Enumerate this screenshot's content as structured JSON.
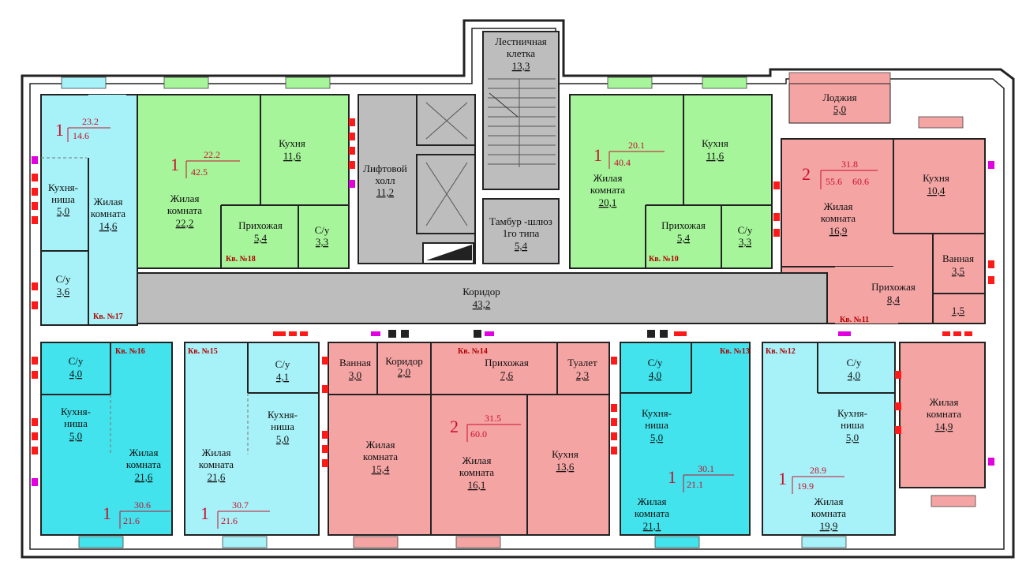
{
  "colors": {
    "green": "#a6f59a",
    "light_cyan": "#a7f2f8",
    "cyan": "#42e3ec",
    "pink": "#f5a4a4",
    "gray": "#bdbdbd",
    "red_text": "#c8102e",
    "blue_text": "#1d2fc8"
  },
  "rooms": {
    "stair": {
      "name_1": "Лестничная",
      "name_2": "клетка",
      "area": "13,3"
    },
    "lift_hall": {
      "name_1": "Лифтовой",
      "name_2": "холл",
      "area": "11,2"
    },
    "tambur": {
      "name_1": "Тамбур -шлюз",
      "name_2": "1го типа",
      "area": "5,4"
    },
    "corridor": {
      "name": "Коридор",
      "area": "43,2"
    },
    "loggia": {
      "name": "Лоджия",
      "area": "5,0"
    },
    "apt18": {
      "tag": "Кв. №18",
      "kitchen": "Кухня",
      "kitchen_area": "11,6",
      "living_1": "Жилая",
      "living_2": "комната",
      "living_area": "22,2",
      "hall": "Прихожая",
      "hall_area": "5,4",
      "wc": "С/у",
      "wc_area": "3,3",
      "rooms": "1",
      "top": "22.2",
      "bottom": "42.5"
    },
    "apt17": {
      "tag": "Кв. №17",
      "niche_1": "Кухня-",
      "niche_2": "ниша",
      "niche_area": "5,0",
      "living_1": "Жилая",
      "living_2": "комната",
      "living_area": "14,6",
      "wc": "С/у",
      "wc_area": "3,6",
      "rooms": "1",
      "top": "23.2",
      "bottom": "14.6"
    },
    "apt10": {
      "tag": "Кв. №10",
      "kitchen": "Кухня",
      "kitchen_area": "11,6",
      "living_1": "Жилая",
      "living_2": "комната",
      "living_area": "20,1",
      "hall": "Прихожая",
      "hall_area": "5,4",
      "wc": "С/у",
      "wc_area": "3,3",
      "rooms": "1",
      "top": "20.1",
      "bottom": "40.4"
    },
    "apt11": {
      "tag": "Кв. №11",
      "kitchen": "Кухня",
      "kitchen_area": "10,4",
      "living_1": "Жилая",
      "living_2": "комната",
      "living_area": "16,9",
      "hall": "Прихожая",
      "hall_area": "8,4",
      "bath": "Ванная",
      "bath_area": "3,5",
      "small_area": "1,5",
      "living2_1": "Жилая",
      "living2_2": "комната",
      "living2_area": "14,9",
      "rooms": "2",
      "top": "31.8",
      "bottom": "55.6",
      "total": "60.6"
    },
    "apt16": {
      "tag": "Кв. №16",
      "wc": "С/у",
      "wc_area": "4,0",
      "niche_1": "Кухня-",
      "niche_2": "ниша",
      "niche_area": "5,0",
      "living_1": "Жилая",
      "living_2": "комната",
      "living_area": "21,6",
      "rooms": "1",
      "top": "30.6",
      "bottom": "21.6"
    },
    "apt15": {
      "tag": "Кв. №15",
      "wc": "С/у",
      "wc_area": "4,1",
      "niche_1": "Кухня-",
      "niche_2": "ниша",
      "niche_area": "5,0",
      "living_1": "Жилая",
      "living_2": "комната",
      "living_area": "21,6",
      "rooms": "1",
      "top": "30.7",
      "bottom": "21.6"
    },
    "apt14": {
      "tag": "Кв. №14",
      "bath": "Ванная",
      "bath_area": "3,0",
      "corr": "Коридор",
      "corr_area": "2,0",
      "hall": "Прихожая",
      "hall_area": "7,6",
      "toilet": "Туалет",
      "toilet_area": "2,3",
      "living_a_1": "Жилая",
      "living_a_2": "комната",
      "living_a_area": "15,4",
      "living_b_1": "Жилая",
      "living_b_2": "комната",
      "living_b_area": "16,1",
      "kitchen": "Кухня",
      "kitchen_area": "13,6",
      "rooms": "2",
      "top": "31.5",
      "bottom": "60.0"
    },
    "apt13": {
      "tag": "Кв. №13",
      "wc": "С/у",
      "wc_area": "4,0",
      "niche_1": "Кухня-",
      "niche_2": "ниша",
      "niche_area": "5,0",
      "living_1": "Жилая",
      "living_2": "комната",
      "living_area": "21,1",
      "rooms": "1",
      "top": "30.1",
      "bottom": "21.1"
    },
    "apt12": {
      "tag": "Кв. №12",
      "wc": "С/у",
      "wc_area": "4,0",
      "niche_1": "Кухня-",
      "niche_2": "ниша",
      "niche_area": "5,0",
      "living_1": "Жилая",
      "living_2": "комната",
      "living_area": "19,9",
      "rooms": "1",
      "top": "28.9",
      "bottom": "19.9"
    }
  }
}
